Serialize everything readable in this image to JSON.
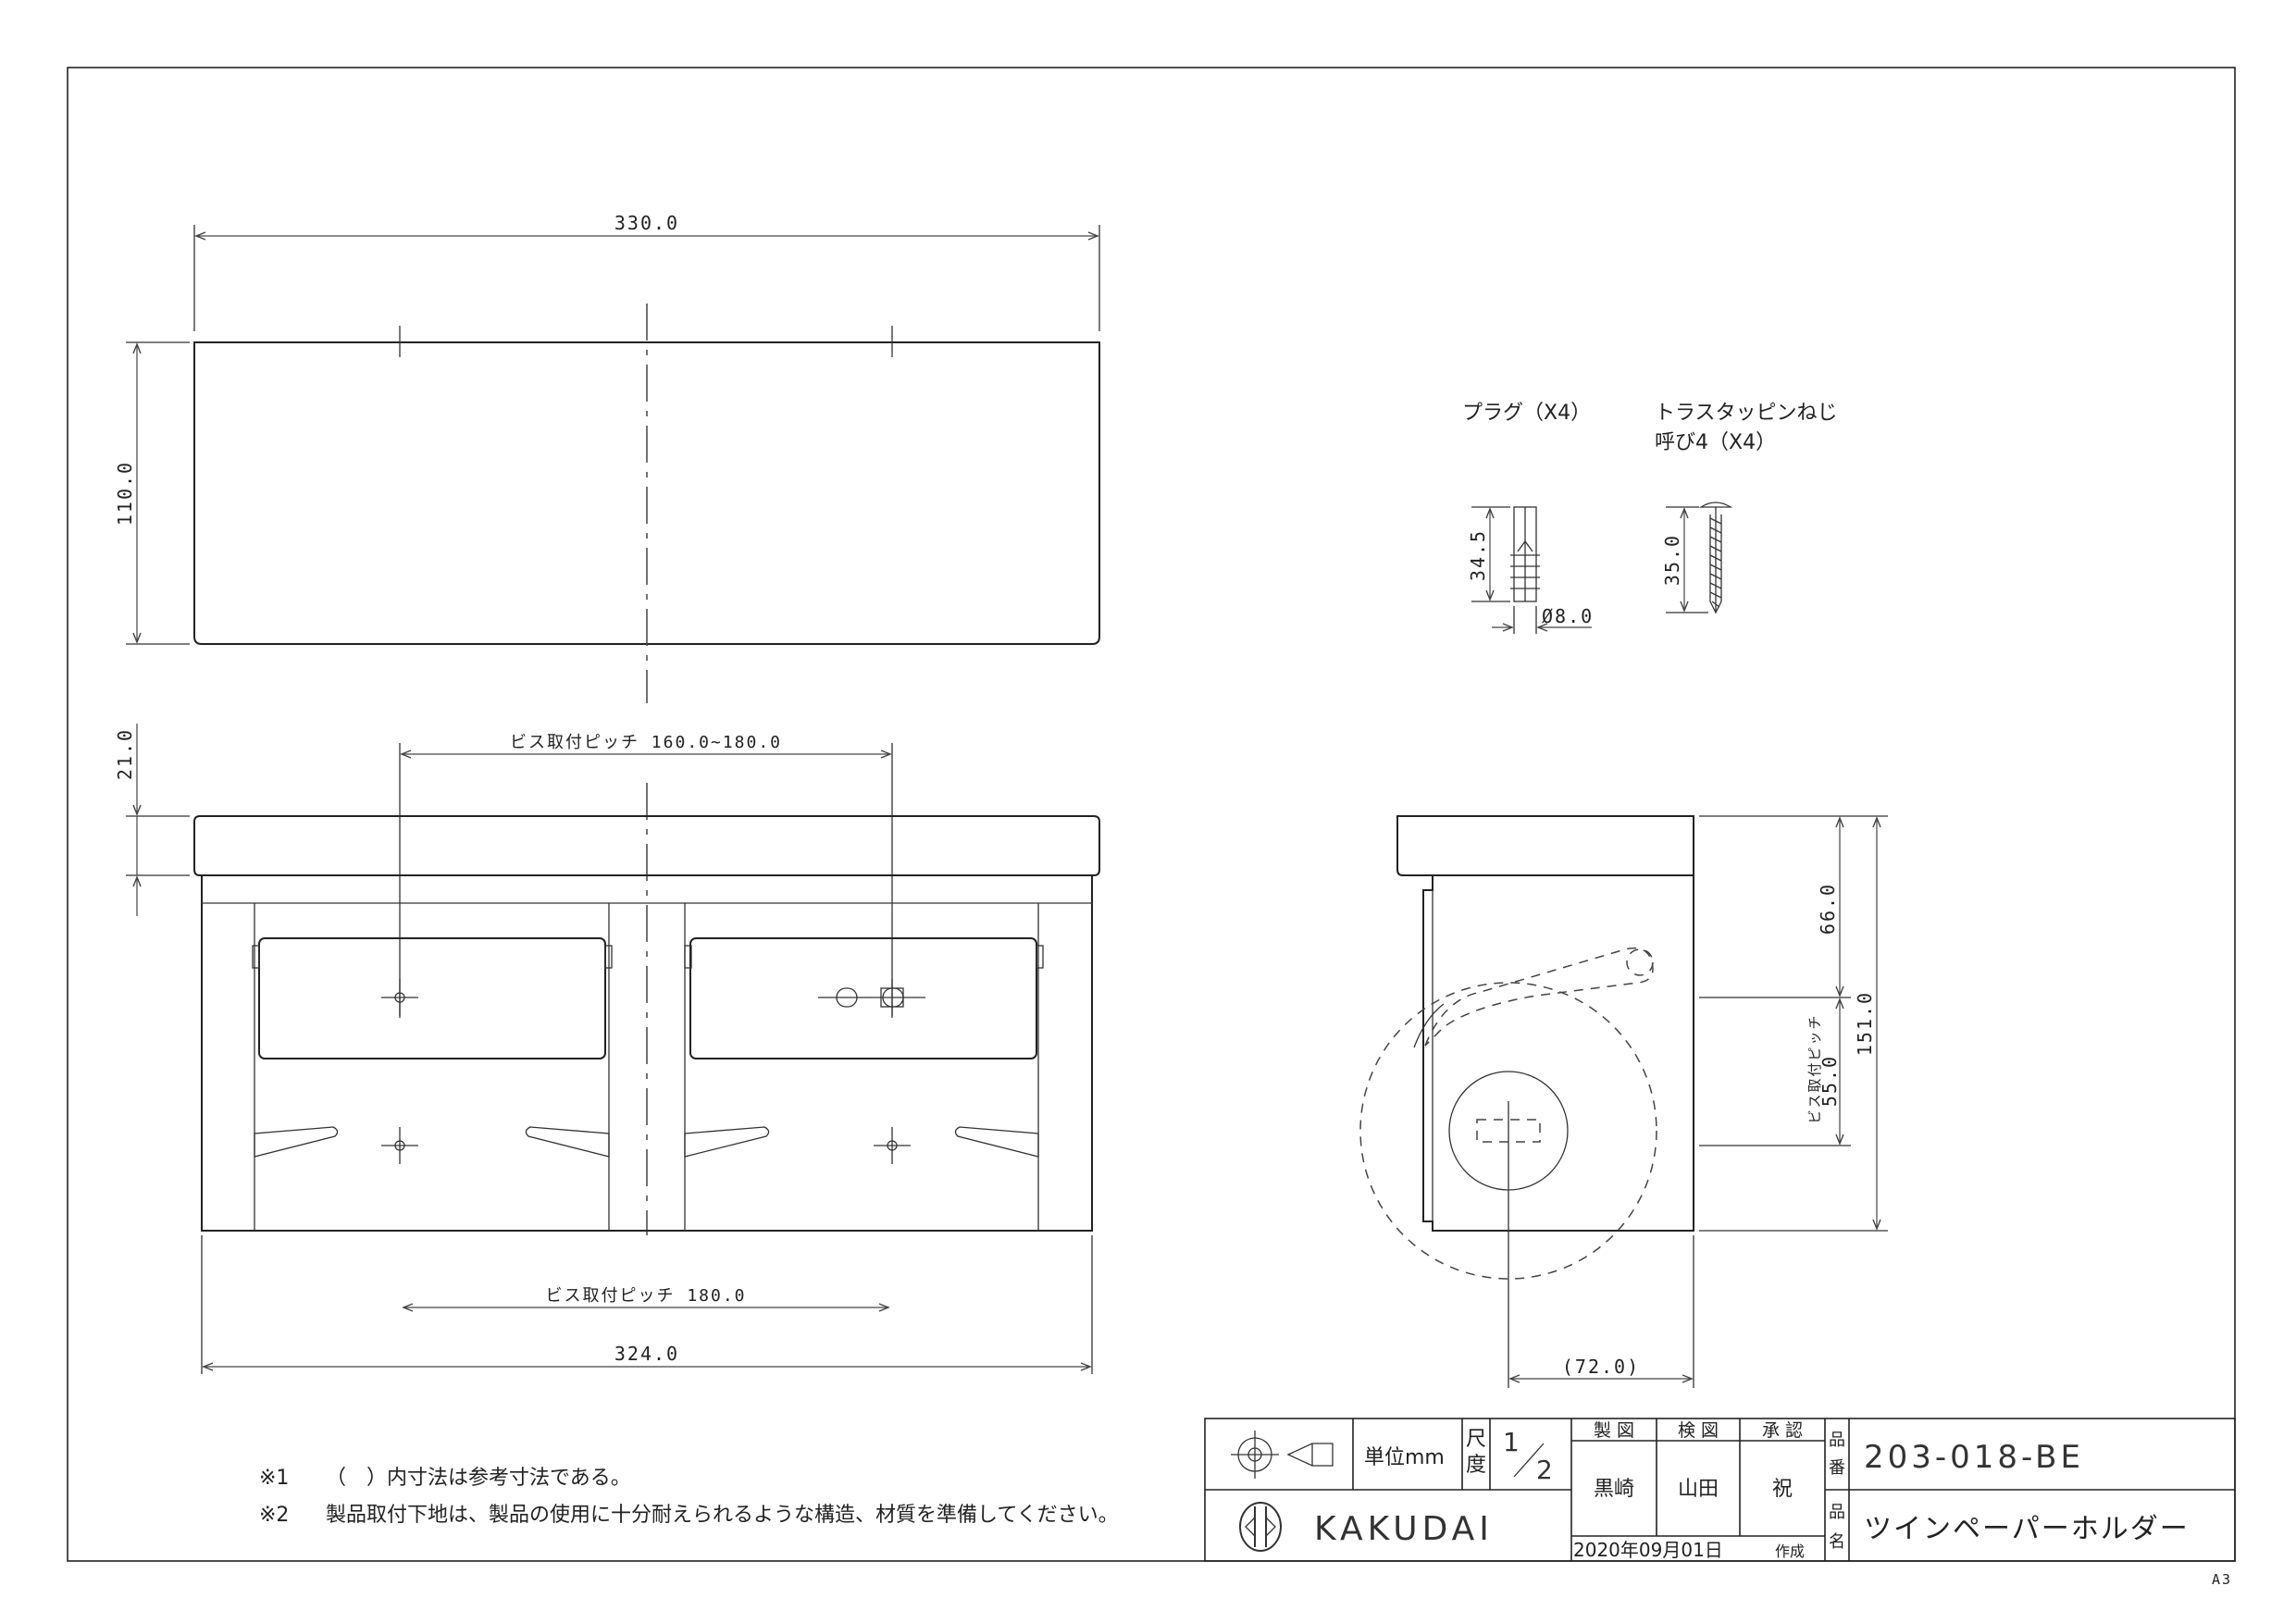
{
  "dims": {
    "width_top": "330.0",
    "height_top": "110.0",
    "height_front_top": "21.0",
    "pitch_upper": "ビス取付ピッチ 160.0~180.0",
    "pitch_lower": "ビス取付ピッチ 180.0",
    "width_front": "324.0",
    "side_66": "66.0",
    "side_151": "151.0",
    "side_pitch_label": "ビス取付ピッチ",
    "side_pitch_value": "55.0",
    "side_depth": "(72.0)",
    "plug_len": "34.5",
    "plug_dia": "Ø8.0",
    "screw_len": "35.0"
  },
  "parts": {
    "plug_label": "プラグ（X4）",
    "screw_label_1": "トラスタッピンねじ",
    "screw_label_2": "呼び4（X4）"
  },
  "notes": [
    {
      "mark": "※1",
      "text": "（　）内寸法は参考寸法である。"
    },
    {
      "mark": "※2",
      "text": "製品取付下地は、製品の使用に十分耐えられるような構造、材質を準備してください。"
    }
  ],
  "title_block": {
    "unit_label": "単位mm",
    "scale_label_1": "尺",
    "scale_label_2": "度",
    "scale_num": "1",
    "scale_den": "2",
    "head_seizu": "製 図",
    "head_kenzu": "検 図",
    "head_shonin": "承 認",
    "name_seizu": "黒崎",
    "name_kenzu": "山田",
    "name_shonin": "祝",
    "hinban_label_1": "品",
    "hinban_label_2": "番",
    "hinmei_label_1": "品",
    "hinmei_label_2": "名",
    "part_number": "203-018-BE",
    "part_name": "ツインペーパーホルダー",
    "company": "KAKUDAI",
    "date": "2020年09月01日",
    "date_suffix": "作成"
  },
  "paper_size": "A3"
}
